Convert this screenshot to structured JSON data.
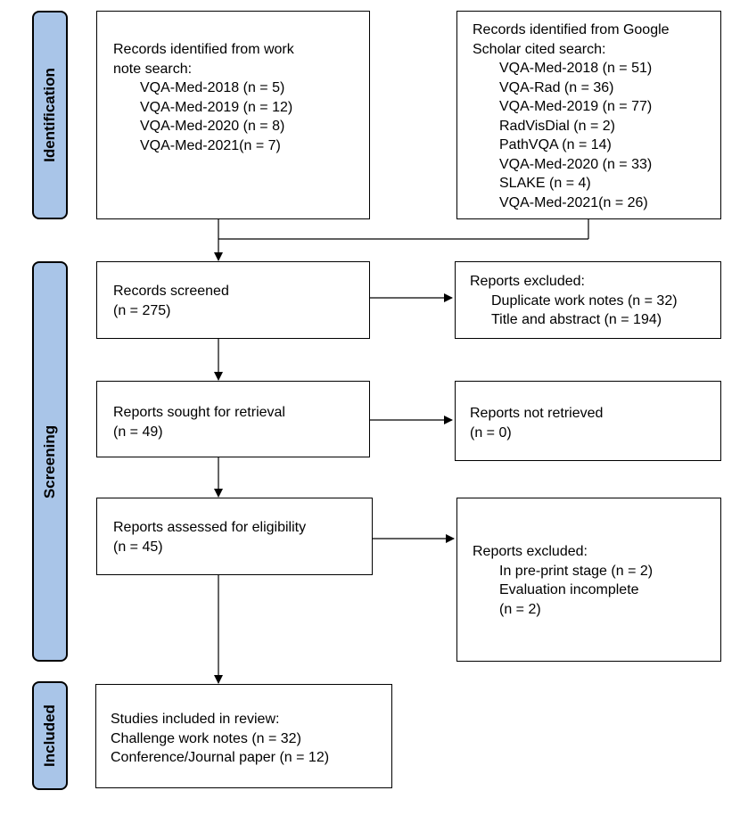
{
  "phases": {
    "identification": "Identification",
    "screening": "Screening",
    "included": "Included"
  },
  "identification": {
    "left": {
      "title_lines": [
        "Records identified from work",
        "note search:"
      ],
      "items": [
        "VQA-Med-2018 (n = 5)",
        "VQA-Med-2019 (n = 12)",
        "VQA-Med-2020 (n = 8)",
        "VQA-Med-2021(n = 7)"
      ]
    },
    "right": {
      "title_lines": [
        "Records identified from Google",
        "Scholar cited search:"
      ],
      "items": [
        "VQA-Med-2018 (n = 51)",
        "VQA-Rad (n = 36)",
        "VQA-Med-2019 (n = 77)",
        "RadVisDial (n = 2)",
        "PathVQA (n = 14)",
        "VQA-Med-2020 (n = 33)",
        "SLAKE (n = 4)",
        "VQA-Med-2021(n = 26)"
      ]
    }
  },
  "screening": {
    "screened": {
      "label": "Records screened",
      "count": "(n = 275)"
    },
    "excluded1": {
      "label": "Reports excluded:",
      "items": [
        "Duplicate work notes (n = 32)",
        "Title and abstract (n = 194)"
      ]
    },
    "sought": {
      "label": "Reports sought for retrieval",
      "count": "(n = 49)"
    },
    "not_retrieved": {
      "label": "Reports not retrieved",
      "count": "(n = 0)"
    },
    "assessed": {
      "label": "Reports assessed for eligibility",
      "count": "(n = 45)"
    },
    "excluded2": {
      "label": "Reports excluded:",
      "items": [
        "In pre-print stage (n = 2)",
        "Evaluation incomplete",
        "(n = 2)"
      ]
    }
  },
  "included": {
    "label": "Studies included in review:",
    "items": [
      "Challenge work notes (n = 32)",
      "Conference/Journal paper (n = 12)"
    ]
  }
}
